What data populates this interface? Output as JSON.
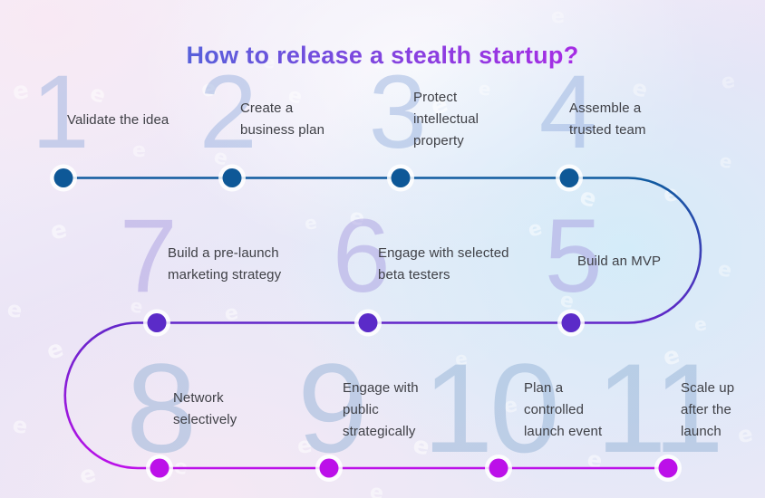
{
  "title": {
    "text": "How to release a stealth startup?",
    "gradient": {
      "start": "#2f7ad6",
      "mid": "#8a3fe0",
      "end": "#c716e9"
    }
  },
  "icons": {
    "watermark": {
      "name": "brand-e-watermark-icon",
      "glyph": "e"
    }
  },
  "rows": [
    {
      "name": "stage-1-blue",
      "line_color": "#0f5b9f",
      "dot_color": "#0e5897",
      "ghost_color": "rgba(144,170,219,0.45)",
      "steps": [
        {
          "number": "1",
          "label": "Validate the idea"
        },
        {
          "number": "2",
          "label": "Create a\nbusiness plan"
        },
        {
          "number": "3",
          "label": "Protect\nintellectual\nproperty"
        },
        {
          "number": "4",
          "label": "Assemble a\ntrusted team"
        }
      ]
    },
    {
      "name": "stage-2-purple",
      "line_color": "#6226c9",
      "dot_color": "#5b2bc8",
      "ghost_color": "rgba(158,144,220,0.42)",
      "steps": [
        {
          "number": "7",
          "label": "Build a pre-launch\nmarketing strategy"
        },
        {
          "number": "6",
          "label": "Engage with selected\nbeta testers"
        },
        {
          "number": "5",
          "label": "Build an MVP"
        }
      ]
    },
    {
      "name": "stage-3-magenta",
      "line_color": "#bc10e9",
      "dot_color": "#bc10e9",
      "ghost_color": "rgba(148,177,214,0.5)",
      "steps": [
        {
          "number": "8",
          "label": "Network\nselectively"
        },
        {
          "number": "9",
          "label": "Engage with\npublic\nstrategically"
        },
        {
          "number": "10",
          "label": "Plan a\ncontrolled\nlaunch event"
        },
        {
          "number": "11",
          "label": "Scale up\nafter the\nlaunch"
        }
      ]
    }
  ]
}
